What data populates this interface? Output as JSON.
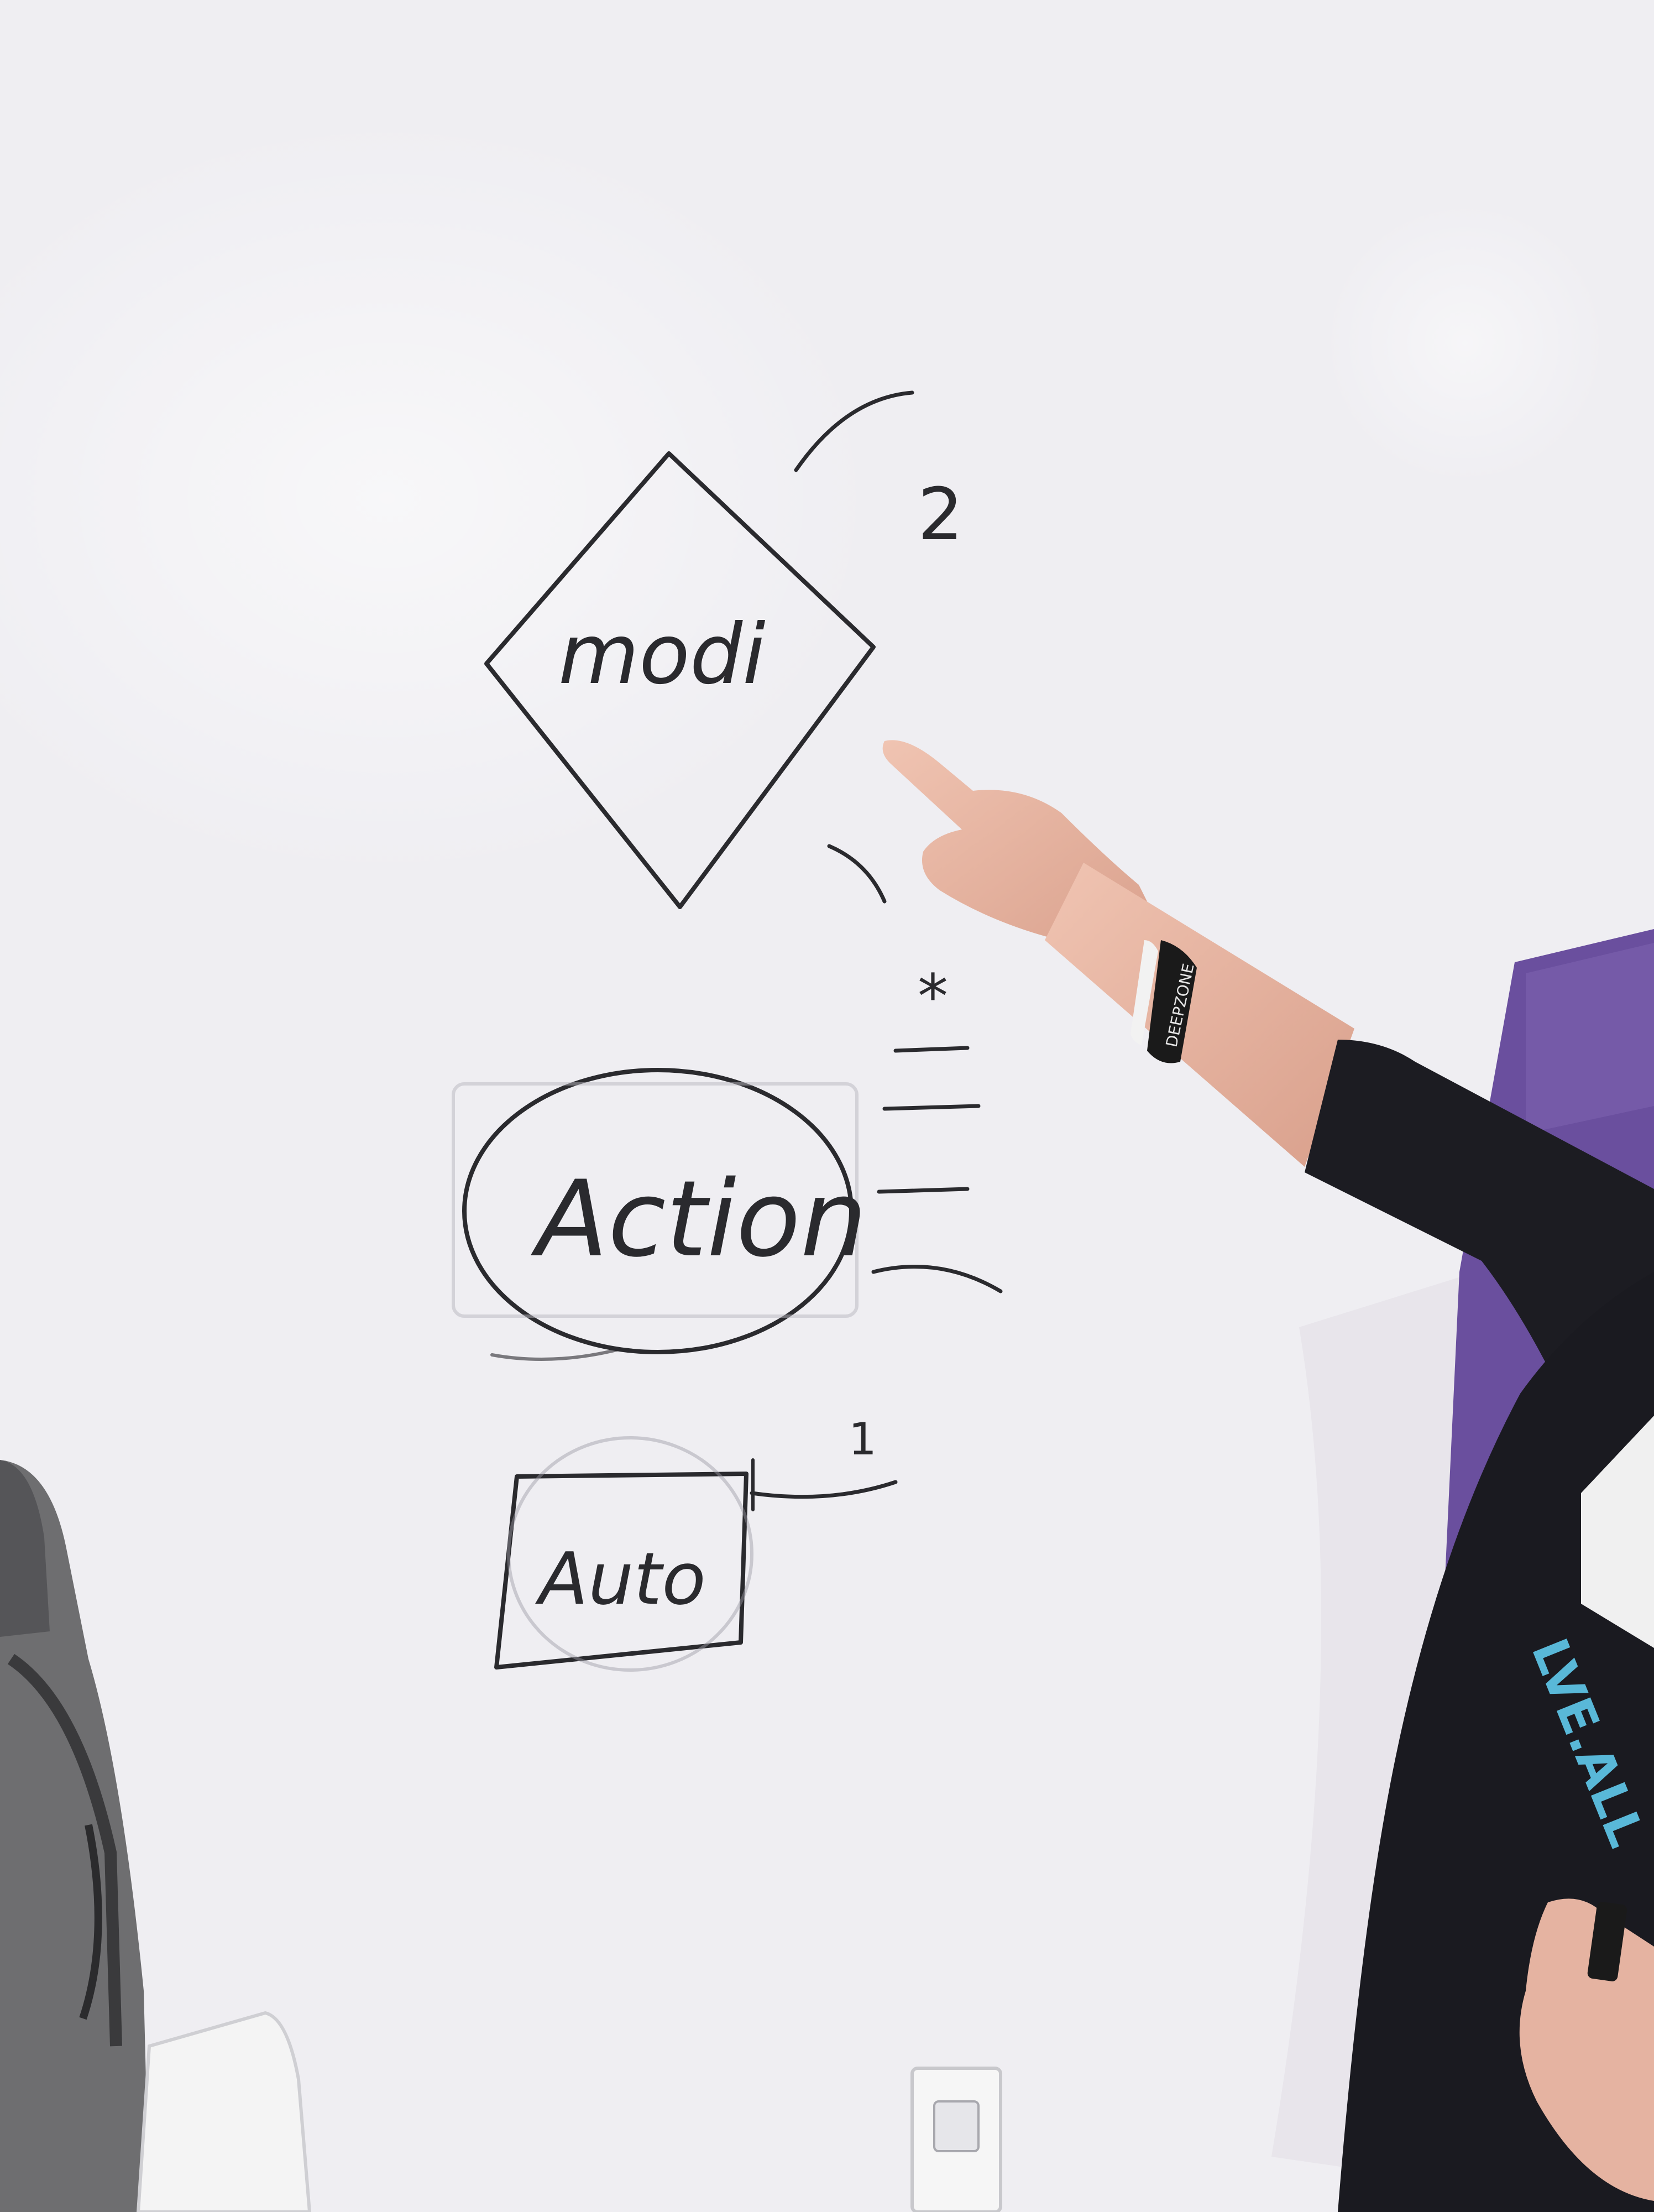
{
  "photo": {
    "subject": "whiteboard-diagram",
    "colors": {
      "board": "#f2f1f4",
      "marker": "#2a2a2e",
      "sleeve": "#1c1c22",
      "skin": "#e8b8a6",
      "wall_purple": "#6a4f9e",
      "shirt_print": "#59b8d8",
      "backpack": "#6e6e70"
    }
  },
  "diagram": {
    "decision": {
      "label": "modi",
      "multiplicity": "2"
    },
    "entity": {
      "label": "Action",
      "marker": "*"
    },
    "box": {
      "label": "Auto",
      "multiplicity": "1"
    }
  },
  "shirt": {
    "print": "LVE.ALL"
  },
  "wristband": {
    "text": "DEEPZONE"
  }
}
